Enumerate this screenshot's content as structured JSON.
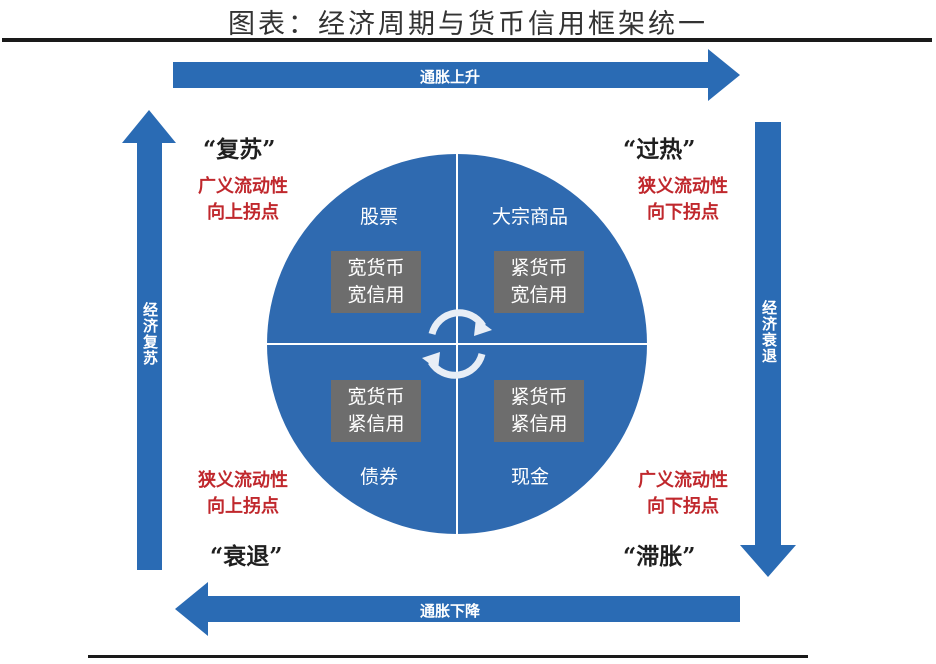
{
  "title": "图表：经济周期与货币信用框架统一",
  "arrows": {
    "top": "通胀上升",
    "bottom": "通胀下降",
    "left": "经济复苏",
    "right": "经济衰退"
  },
  "corners": {
    "top_left": {
      "phase": "“复苏”",
      "line1": "广义流动性",
      "line2": "向上拐点"
    },
    "top_right": {
      "phase": "“过热”",
      "line1": "狭义流动性",
      "line2": "向下拐点"
    },
    "bottom_left": {
      "phase": "“衰退”",
      "line1": "狭义流动性",
      "line2": "向上拐点"
    },
    "bottom_right": {
      "phase": "“滞胀”",
      "line1": "广义流动性",
      "line2": "向下拐点"
    }
  },
  "quadrants": {
    "top_left": {
      "asset": "股票",
      "line1": "宽货币",
      "line2": "宽信用"
    },
    "top_right": {
      "asset": "大宗商品",
      "line1": "紧货币",
      "line2": "宽信用"
    },
    "bottom_left": {
      "asset": "债券",
      "line1": "宽货币",
      "line2": "紧信用"
    },
    "bottom_right": {
      "asset": "现金",
      "line1": "紧货币",
      "line2": "紧信用"
    }
  },
  "colors": {
    "arrow_blue": "#2a6bb4",
    "circle_blue": "#2f6ab0",
    "red_text": "#c0282d",
    "box_gray": "#6d6d6d"
  }
}
